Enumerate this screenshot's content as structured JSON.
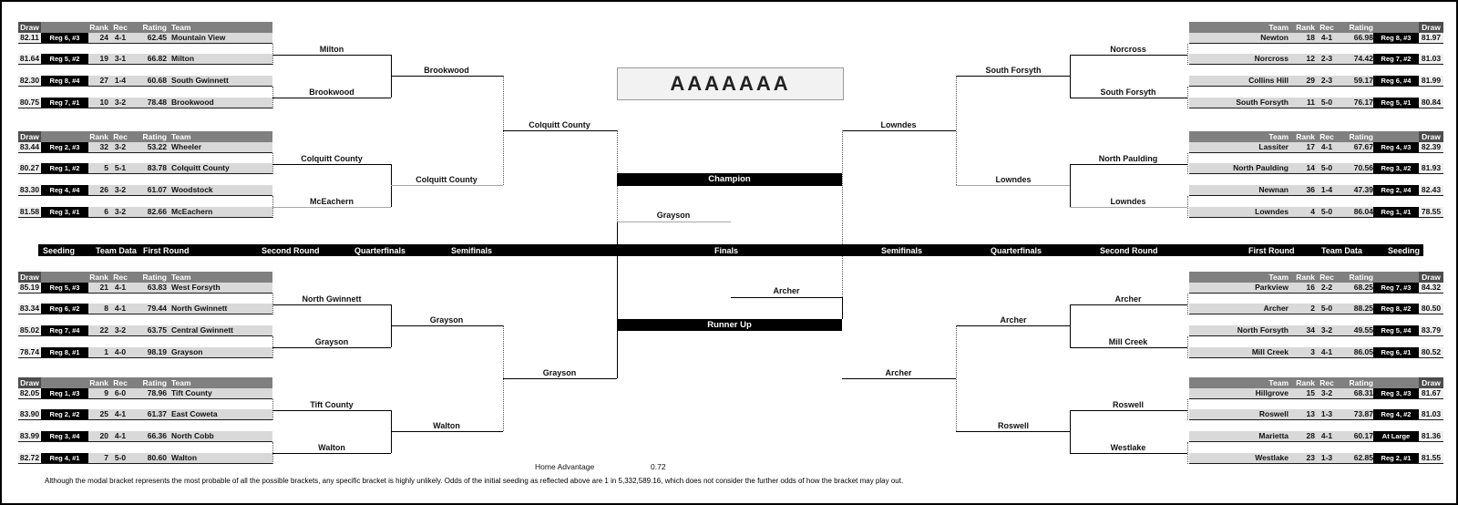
{
  "title": "AAAAAAA",
  "round_headers": [
    "Seeding",
    "Team Data",
    "First Round",
    "Second Round",
    "Quarterfinals",
    "Semifinals",
    "Finals",
    "Semifinals",
    "Quarterfinals",
    "Second Round",
    "First Round",
    "Team Data",
    "Seeding"
  ],
  "tables": {
    "header": {
      "draw": "Draw",
      "rank": "Rank",
      "rec": "Rec",
      "rating": "Rating",
      "team": "Team"
    },
    "left_groups": [
      {
        "rows": [
          {
            "draw": "82.11",
            "seed": "Reg 6, #3",
            "rank": "24",
            "rec": "4-1",
            "rating": "62.45",
            "team": "Mountain View"
          },
          {
            "draw": "81.64",
            "seed": "Reg 5, #2",
            "rank": "19",
            "rec": "3-1",
            "rating": "66.82",
            "team": "Milton"
          },
          {
            "draw": "82.30",
            "seed": "Reg 8, #4",
            "rank": "27",
            "rec": "1-4",
            "rating": "60.68",
            "team": "South Gwinnett"
          },
          {
            "draw": "80.75",
            "seed": "Reg 7, #1",
            "rank": "10",
            "rec": "3-2",
            "rating": "78.48",
            "team": "Brookwood"
          }
        ]
      },
      {
        "rows": [
          {
            "draw": "83.44",
            "seed": "Reg 2, #3",
            "rank": "32",
            "rec": "3-2",
            "rating": "53.22",
            "team": "Wheeler"
          },
          {
            "draw": "80.27",
            "seed": "Reg 1, #2",
            "rank": "5",
            "rec": "5-1",
            "rating": "83.78",
            "team": "Colquitt County"
          },
          {
            "draw": "83.30",
            "seed": "Reg 4, #4",
            "rank": "26",
            "rec": "3-2",
            "rating": "61.07",
            "team": "Woodstock"
          },
          {
            "draw": "81.58",
            "seed": "Reg 3, #1",
            "rank": "6",
            "rec": "3-2",
            "rating": "82.66",
            "team": "McEachern"
          }
        ]
      },
      {
        "rows": [
          {
            "draw": "85.19",
            "seed": "Reg 5, #3",
            "rank": "21",
            "rec": "4-1",
            "rating": "63.83",
            "team": "West Forsyth"
          },
          {
            "draw": "83.34",
            "seed": "Reg 6, #2",
            "rank": "8",
            "rec": "4-1",
            "rating": "79.44",
            "team": "North Gwinnett"
          },
          {
            "draw": "85.02",
            "seed": "Reg 7, #4",
            "rank": "22",
            "rec": "3-2",
            "rating": "63.75",
            "team": "Central Gwinnett"
          },
          {
            "draw": "78.74",
            "seed": "Reg 8, #1",
            "rank": "1",
            "rec": "4-0",
            "rating": "98.19",
            "team": "Grayson"
          }
        ]
      },
      {
        "rows": [
          {
            "draw": "82.05",
            "seed": "Reg 1, #3",
            "rank": "9",
            "rec": "6-0",
            "rating": "78.96",
            "team": "Tift County"
          },
          {
            "draw": "83.90",
            "seed": "Reg 2, #2",
            "rank": "25",
            "rec": "4-1",
            "rating": "61.37",
            "team": "East Coweta"
          },
          {
            "draw": "83.99",
            "seed": "Reg 3, #4",
            "rank": "20",
            "rec": "4-1",
            "rating": "66.36",
            "team": "North Cobb"
          },
          {
            "draw": "82.72",
            "seed": "Reg 4, #1",
            "rank": "7",
            "rec": "5-0",
            "rating": "80.60",
            "team": "Walton"
          }
        ]
      }
    ],
    "right_groups": [
      {
        "rows": [
          {
            "team": "Newton",
            "rank": "18",
            "rec": "4-1",
            "rating": "66.98",
            "seed": "Reg 8, #3",
            "draw": "81.97"
          },
          {
            "team": "Norcross",
            "rank": "12",
            "rec": "2-3",
            "rating": "74.42",
            "seed": "Reg 7, #2",
            "draw": "81.03"
          },
          {
            "team": "Collins Hill",
            "rank": "29",
            "rec": "2-3",
            "rating": "59.17",
            "seed": "Reg 6, #4",
            "draw": "81.99"
          },
          {
            "team": "South Forsyth",
            "rank": "11",
            "rec": "5-0",
            "rating": "76.17",
            "seed": "Reg 5, #1",
            "draw": "80.84"
          }
        ]
      },
      {
        "rows": [
          {
            "team": "Lassiter",
            "rank": "17",
            "rec": "4-1",
            "rating": "67.67",
            "seed": "Reg 4, #3",
            "draw": "82.39"
          },
          {
            "team": "North Paulding",
            "rank": "14",
            "rec": "5-0",
            "rating": "70.56",
            "seed": "Reg 3, #2",
            "draw": "81.93"
          },
          {
            "team": "Newnan",
            "rank": "36",
            "rec": "1-4",
            "rating": "47.39",
            "seed": "Reg 2, #4",
            "draw": "82.43"
          },
          {
            "team": "Lowndes",
            "rank": "4",
            "rec": "5-0",
            "rating": "86.04",
            "seed": "Reg 1, #1",
            "draw": "78.55"
          }
        ]
      },
      {
        "rows": [
          {
            "team": "Parkview",
            "rank": "16",
            "rec": "2-2",
            "rating": "68.25",
            "seed": "Reg 7, #3",
            "draw": "84.32"
          },
          {
            "team": "Archer",
            "rank": "2",
            "rec": "5-0",
            "rating": "88.25",
            "seed": "Reg 8, #2",
            "draw": "80.50"
          },
          {
            "team": "North Forsyth",
            "rank": "34",
            "rec": "3-2",
            "rating": "49.55",
            "seed": "Reg 5, #4",
            "draw": "83.79"
          },
          {
            "team": "Mill Creek",
            "rank": "3",
            "rec": "4-1",
            "rating": "86.05",
            "seed": "Reg 6, #1",
            "draw": "80.52"
          }
        ]
      },
      {
        "rows": [
          {
            "team": "Hillgrove",
            "rank": "15",
            "rec": "3-2",
            "rating": "68.31",
            "seed": "Reg 3, #3",
            "draw": "81.67"
          },
          {
            "team": "Roswell",
            "rank": "13",
            "rec": "1-3",
            "rating": "73.87",
            "seed": "Reg 4, #2",
            "draw": "81.03"
          },
          {
            "team": "Marietta",
            "rank": "28",
            "rec": "4-1",
            "rating": "60.17",
            "seed": "At Large",
            "draw": "81.36"
          },
          {
            "team": "Westlake",
            "rank": "23",
            "rec": "1-3",
            "rating": "62.85",
            "seed": "Reg 2, #1",
            "draw": "81.55"
          }
        ]
      }
    ]
  },
  "bracket": {
    "left_r2": [
      "Milton",
      "Brookwood",
      "Colquitt County",
      "McEachern",
      "North Gwinnett",
      "Grayson",
      "Tift County",
      "Walton"
    ],
    "left_qf": [
      "Brookwood",
      "Colquitt County",
      "Grayson",
      "Walton"
    ],
    "left_sf": [
      "Colquitt County",
      "Grayson"
    ],
    "right_r2": [
      "Norcross",
      "South Forsyth",
      "North Paulding",
      "Lowndes",
      "Archer",
      "Mill Creek",
      "Roswell",
      "Westlake"
    ],
    "right_qf": [
      "South Forsyth",
      "Lowndes",
      "Archer",
      "Roswell"
    ],
    "right_sf": [
      "Lowndes",
      "Archer"
    ],
    "finals": {
      "champion_label": "Champion",
      "champion": "Grayson",
      "runner_up_label": "Runner Up",
      "runner_up": "Archer"
    }
  },
  "home_advantage": {
    "label": "Home Advantage",
    "value": "0.72"
  },
  "footer": "Although the modal bracket represents the most probable of all the possible brackets, any specific bracket is highly unlikely.  Odds of the initial seeding as reflected above are 1 in 5,332,589.16, which does not consider the further odds of how the bracket may play out."
}
